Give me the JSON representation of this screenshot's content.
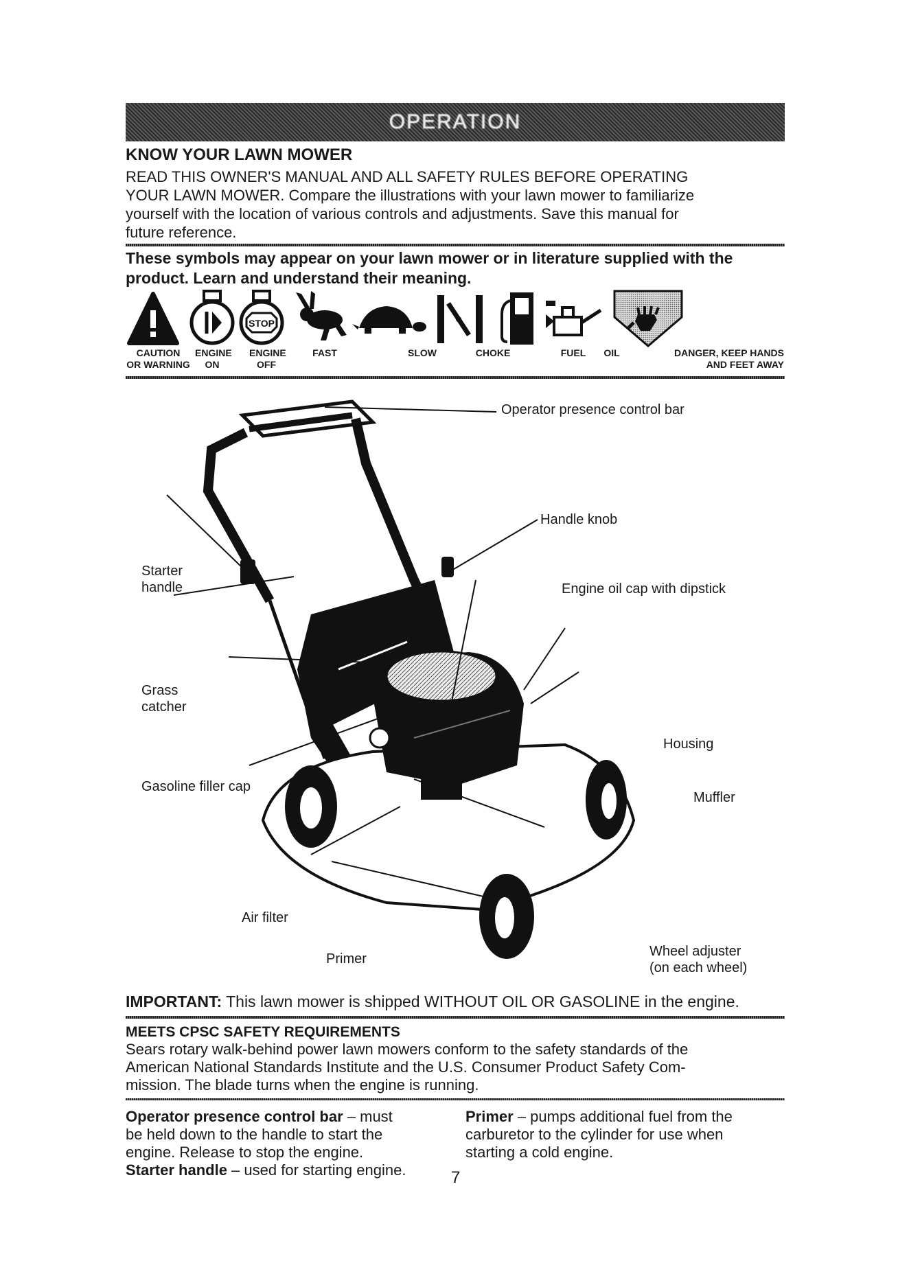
{
  "banner": {
    "title": "OPERATION"
  },
  "know": {
    "heading": "KNOW YOUR LAWN MOWER",
    "lines": [
      "READ THIS OWNER'S MANUAL AND ALL SAFETY RULES BEFORE OPERATING",
      "YOUR LAWN MOWER.  Compare the illustrations with your lawn mower to familiarize",
      "yourself with the location of various controls and adjustments.  Save this manual for",
      "future reference."
    ]
  },
  "symbols_intro": {
    "line1": "These symbols may appear on your lawn mower or in literature supplied with the",
    "line2": "product.  Learn and understand their meaning."
  },
  "symbols": {
    "icons": [
      "caution-warning-icon",
      "engine-on-icon",
      "engine-off-icon",
      "fast-rabbit-icon",
      "slow-turtle-icon",
      "choke-icon",
      "fuel-pump-icon",
      "oil-can-icon",
      "danger-hand-icon"
    ],
    "stop_text": "STOP",
    "caution_l1": "CAUTION",
    "caution_l2": "OR WARNING",
    "engine_on_l1": "ENGINE",
    "engine_on_l2": "ON",
    "engine_off_l1": "ENGINE",
    "engine_off_l2": "OFF",
    "fast": "FAST",
    "slow": "SLOW",
    "choke": "CHOKE",
    "fuel": "FUEL",
    "oil": "OIL",
    "danger_l1": "DANGER, KEEP HANDS",
    "danger_l2": "AND FEET AWAY"
  },
  "diagram": {
    "operator_bar": "Operator presence control bar",
    "handle_knob": "Handle knob",
    "starter_l1": "Starter",
    "starter_l2": "handle",
    "oil_cap": "Engine oil cap with dipstick",
    "grass_l1": "Grass",
    "grass_l2": "catcher",
    "housing": "Housing",
    "gas_cap": "Gasoline filler cap",
    "muffler": "Muffler",
    "air_filter": "Air filter",
    "primer": "Primer",
    "wheel_l1": "Wheel adjuster",
    "wheel_l2": "(on each wheel)"
  },
  "important": {
    "label": "IMPORTANT:",
    "text": " This lawn mower is shipped WITHOUT OIL OR GASOLINE in the engine."
  },
  "cpsc": {
    "heading": "MEETS CPSC SAFETY REQUIREMENTS",
    "lines": [
      "Sears rotary walk-behind power lawn mowers conform to the safety standards of the",
      "American National Standards Institute and the U.S. Consumer Product Safety Com-",
      "mission.  The blade turns when the engine is running."
    ]
  },
  "definitions": {
    "opc_term": "Operator presence control bar",
    "opc_l1": " – must",
    "opc_l2": "be held down to the handle to start the",
    "opc_l3": "engine.  Release to stop the engine.",
    "starter_term": "Starter handle",
    "starter_text": " – used for starting engine.",
    "primer_term": "Primer",
    "primer_l1": " – pumps additional fuel from the",
    "primer_l2": "carburetor to the cylinder for use when",
    "primer_l3": "starting a cold engine."
  },
  "page_number": "7"
}
